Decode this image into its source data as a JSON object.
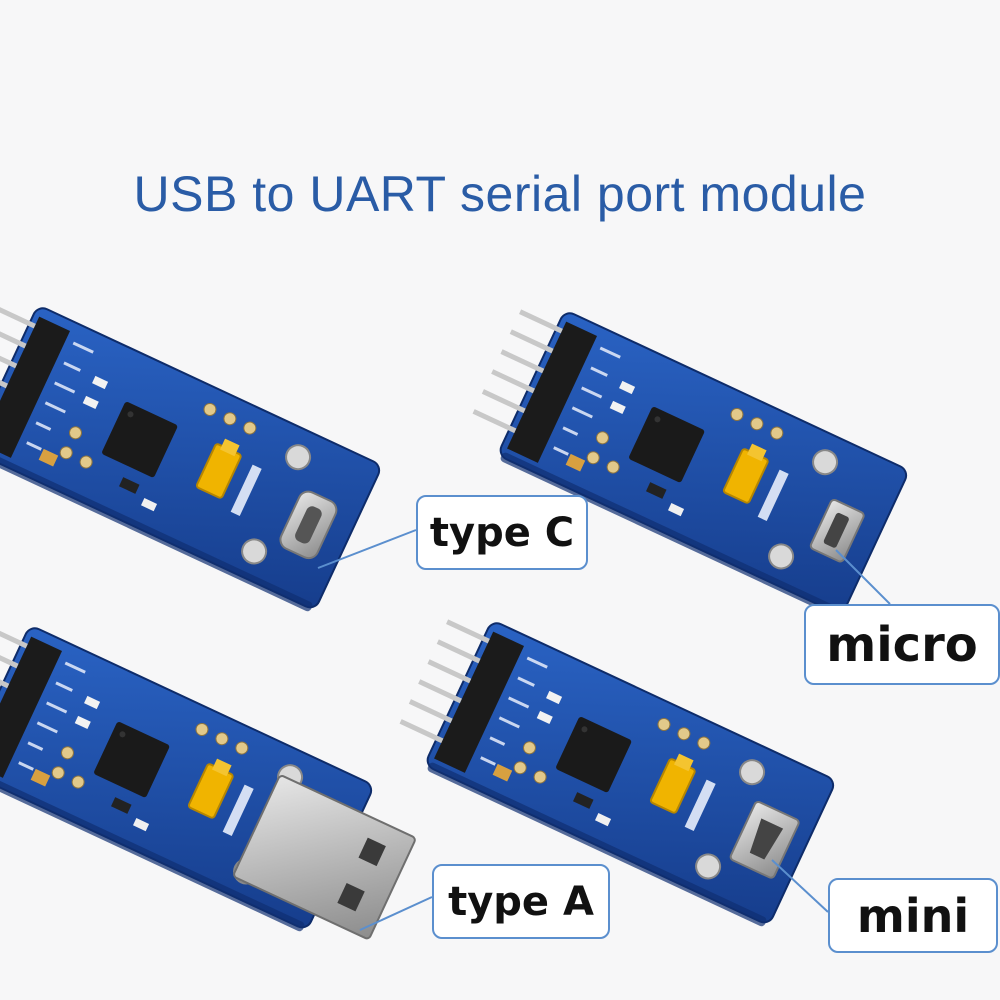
{
  "title": "USB to UART serial port module",
  "modules": [
    {
      "connector": "type C"
    },
    {
      "connector": "micro"
    },
    {
      "connector": "type A"
    },
    {
      "connector": "mini"
    }
  ],
  "colors": {
    "title": "#2a5ca6",
    "board": "#1f4fa8",
    "callout_border": "#5b8fce",
    "jumper": "#f0b400"
  }
}
